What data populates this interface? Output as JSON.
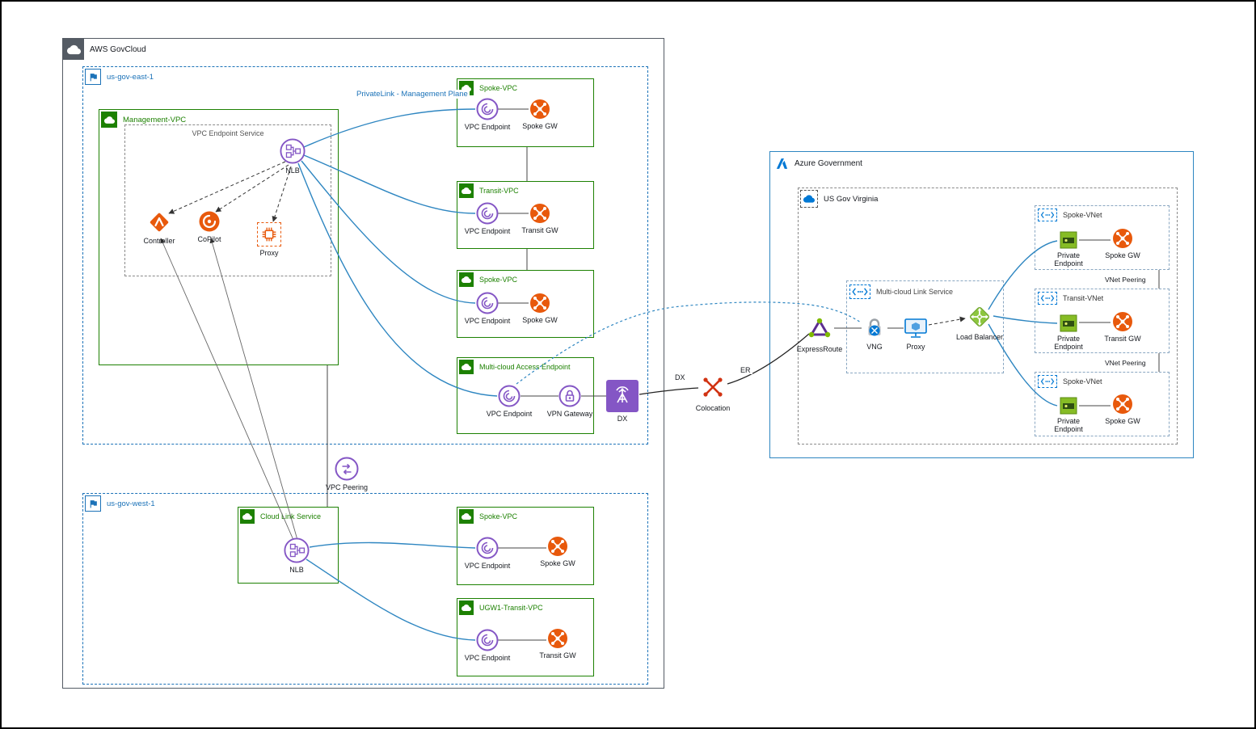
{
  "aws": {
    "title": "AWS GovCloud",
    "east": {
      "region_label": "us-gov-east-1",
      "privatelink_label": "PrivateLink - Management Plane",
      "management_vpc": {
        "title": "Management-VPC",
        "endpoint_service_title": "VPC Endpoint Service",
        "nlb_label": "NLB",
        "controller_label": "Controller",
        "copilot_label": "CoPilot",
        "proxy_label": "Proxy"
      },
      "spoke_vpc_top": {
        "title": "Spoke-VPC",
        "endpoint_label": "VPC Endpoint",
        "gateway_label": "Spoke GW"
      },
      "transit_vpc": {
        "title": "Transit-VPC",
        "endpoint_label": "VPC Endpoint",
        "gateway_label": "Transit GW"
      },
      "spoke_vpc_bottom": {
        "title": "Spoke-VPC",
        "endpoint_label": "VPC Endpoint",
        "gateway_label": "Spoke GW"
      },
      "multicloud_access_endpoint": {
        "title": "Multi-cloud Access Endpoint",
        "endpoint_label": "VPC Endpoint",
        "vpn_gateway_label": "VPN Gateway"
      },
      "dx_label": "DX"
    },
    "vpc_peering_label": "VPC Peering",
    "west": {
      "region_label": "us-gov-west-1",
      "cloud_link_service": {
        "title": "Cloud Link Service",
        "nlb_label": "NLB"
      },
      "spoke_vpc": {
        "title": "Spoke-VPC",
        "endpoint_label": "VPC Endpoint",
        "gateway_label": "Spoke GW"
      },
      "ugw1_transit_vpc": {
        "title": "UGW1-Transit-VPC",
        "endpoint_label": "VPC Endpoint",
        "gateway_label": "Transit GW"
      }
    }
  },
  "interconnect": {
    "dx_edge_label": "DX",
    "er_edge_label": "ER",
    "colocation_label": "Colocation"
  },
  "azure": {
    "title": "Azure Government",
    "virginia": {
      "region_label": "US Gov Virginia",
      "expressroute_label": "ExpressRoute",
      "multicloud_link_service": {
        "title": "Multi-cloud Link Service",
        "vng_label": "VNG",
        "proxy_label": "Proxy"
      },
      "load_balancer_label": "Load Balancer",
      "spoke_vnet_top": {
        "title": "Spoke-VNet",
        "endpoint_label": "Private Endpoint",
        "gateway_label": "Spoke GW"
      },
      "transit_vnet": {
        "title": "Transit-VNet",
        "endpoint_label": "Private Endpoint",
        "gateway_label": "Transit GW"
      },
      "spoke_vnet_bottom": {
        "title": "Spoke-VNet",
        "endpoint_label": "Private Endpoint",
        "gateway_label": "Spoke GW"
      },
      "vnet_peering_top_label": "VNet Peering",
      "vnet_peering_bottom_label": "VNet Peering"
    }
  },
  "colors": {
    "aws_green": "#1d8102",
    "aws_purple": "#8456c5",
    "aws_orange": "#e8590c",
    "region_blue": "#1b72b8",
    "edge_blue": "#2e86c1",
    "azure_blue": "#0078d4",
    "azure_green": "#7fba00",
    "alert_red": "#d13212"
  }
}
